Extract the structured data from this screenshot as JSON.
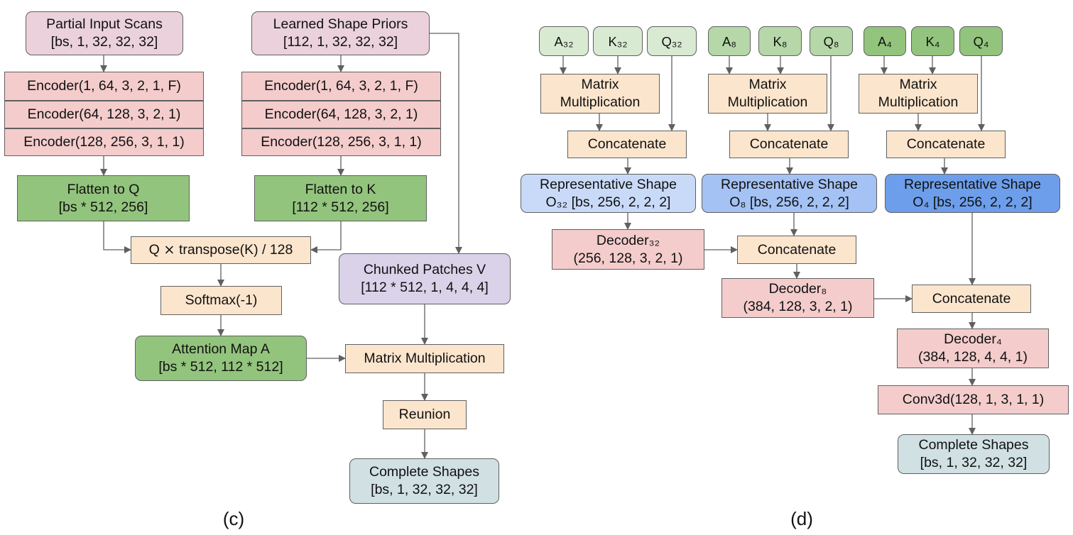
{
  "panel_c": {
    "caption": "(c)",
    "partial_input": {
      "title": "Partial Input Scans",
      "shape": "[bs, 1, 32, 32, 32]"
    },
    "shape_priors": {
      "title": "Learned Shape Priors",
      "shape": "[112, 1, 32, 32, 32]"
    },
    "encoder_q": [
      "Encoder(1, 64, 3, 2, 1, F)",
      "Encoder(64, 128, 3, 2, 1)",
      "Encoder(128, 256, 3, 1, 1)"
    ],
    "encoder_k": [
      "Encoder(1, 64, 3, 2, 1, F)",
      "Encoder(64, 128, 3, 2, 1)",
      "Encoder(128, 256, 3, 1, 1)"
    ],
    "flatten_q": {
      "title": "Flatten to Q",
      "shape": "[bs * 512, 256]"
    },
    "flatten_k": {
      "title": "Flatten to K",
      "shape": "[112 * 512, 256]"
    },
    "qk": "Q ⨯ transpose(K) / 128",
    "softmax": "Softmax(-1)",
    "attention": {
      "title": "Attention Map A",
      "shape": "[bs * 512, 112 * 512]"
    },
    "chunked": {
      "title": "Chunked Patches V",
      "shape": "[112 * 512, 1, 4, 4, 4]"
    },
    "matmul": "Matrix Multiplication",
    "reunion": "Reunion",
    "complete": {
      "title": "Complete Shapes",
      "shape": "[bs, 1, 32, 32, 32]"
    }
  },
  "panel_d": {
    "caption": "(d)",
    "inputs": [
      "A₃₂",
      "K₃₂",
      "Q₃₂",
      "A₈",
      "K₈",
      "Q₈",
      "A₄",
      "K₄",
      "Q₄"
    ],
    "matmul": [
      "Matrix",
      "Multiplication"
    ],
    "concat": "Concatenate",
    "rep_title": "Representative Shape",
    "rep_shapes": [
      "O₃₂ [bs, 256, 2, 2, 2]",
      "O₈ [bs, 256, 2, 2, 2]",
      "O₄ [bs, 256, 2, 2, 2]"
    ],
    "decoder32": {
      "title": "Decoder₃₂",
      "params": "(256, 128, 3, 2, 1)"
    },
    "decoder8": {
      "title": "Decoder₈",
      "params": "(384, 128, 3, 2, 1)"
    },
    "decoder4": {
      "title": "Decoder₄",
      "params": "(384, 128, 4, 4, 1)"
    },
    "conv3d": "Conv3d(128, 1, 3, 1, 1)",
    "complete": {
      "title": "Complete Shapes",
      "shape": "[bs, 1, 32, 32, 32]"
    }
  },
  "colors": {
    "line": "#606060",
    "input_pink": "#ead1dc",
    "encoder_red": "#f4cccc",
    "flatten_green": "#93c47d",
    "op_peach": "#fce5cd",
    "patches_lavender": "#d9d2e9",
    "output_teal": "#d0e0e3",
    "input_green_levels": [
      "#d9ead3",
      "#b6d7a8",
      "#93c47d"
    ],
    "rep_blue_levels": [
      "#c9daf8",
      "#a4c2f4",
      "#6d9eeb"
    ]
  }
}
